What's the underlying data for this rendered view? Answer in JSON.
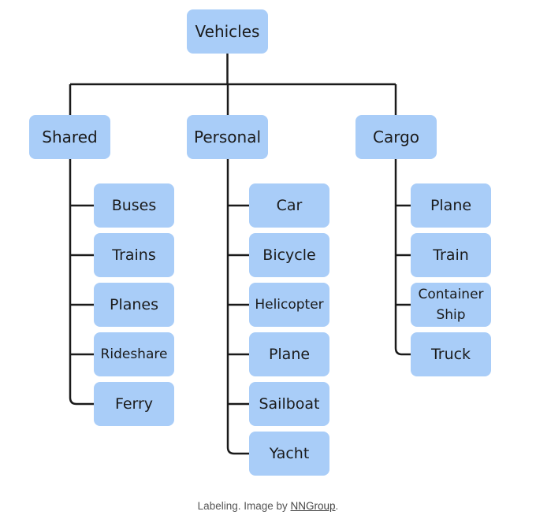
{
  "root": {
    "label": "Vehicles"
  },
  "categories": [
    {
      "label": "Shared",
      "children": [
        "Buses",
        "Trains",
        "Planes",
        "Rideshare",
        "Ferry"
      ]
    },
    {
      "label": "Personal",
      "children": [
        "Car",
        "Bicycle",
        "Helicopter",
        "Plane",
        "Sailboat",
        "Yacht"
      ]
    },
    {
      "label": "Cargo",
      "children": [
        "Plane",
        "Train",
        [
          "Container",
          "Ship"
        ],
        "Truck"
      ]
    }
  ],
  "caption": {
    "prefix": "Labeling. Image by ",
    "link_text": "NNGroup",
    "suffix": "."
  },
  "colors": {
    "node_fill": "#a9cdf8",
    "connector": "#1a1a1a",
    "text": "#1b1b1b"
  }
}
